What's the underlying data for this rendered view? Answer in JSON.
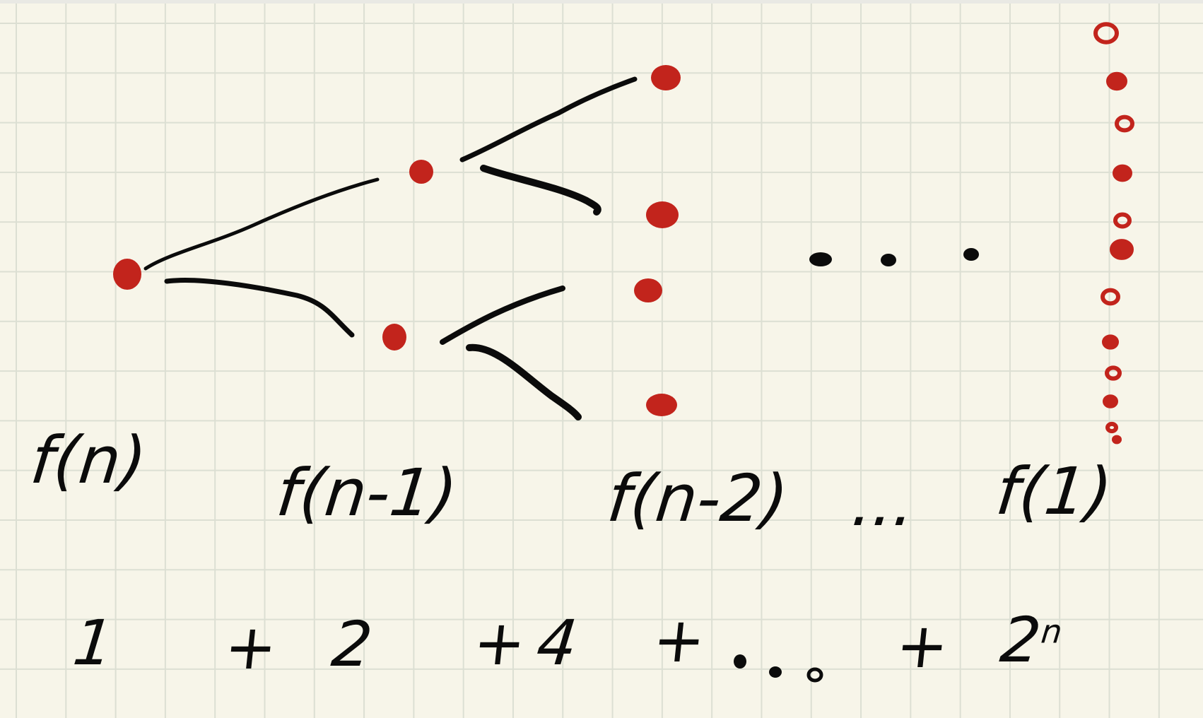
{
  "tree": {
    "node_color": "#c2241c",
    "ink_color": "#0b0b0b",
    "depth_labels": [
      "f(n)",
      "f(n-1)",
      "f(n-2)",
      "...",
      "f(1)"
    ],
    "ellipsis": "..."
  },
  "sum": {
    "terms": [
      "1",
      "+",
      "2",
      "+",
      "4",
      "+",
      "...",
      "+",
      "2"
    ],
    "exponent": "n"
  },
  "paper": {
    "background": "#f7f5e9",
    "grid_color": "#dcdfd3"
  }
}
